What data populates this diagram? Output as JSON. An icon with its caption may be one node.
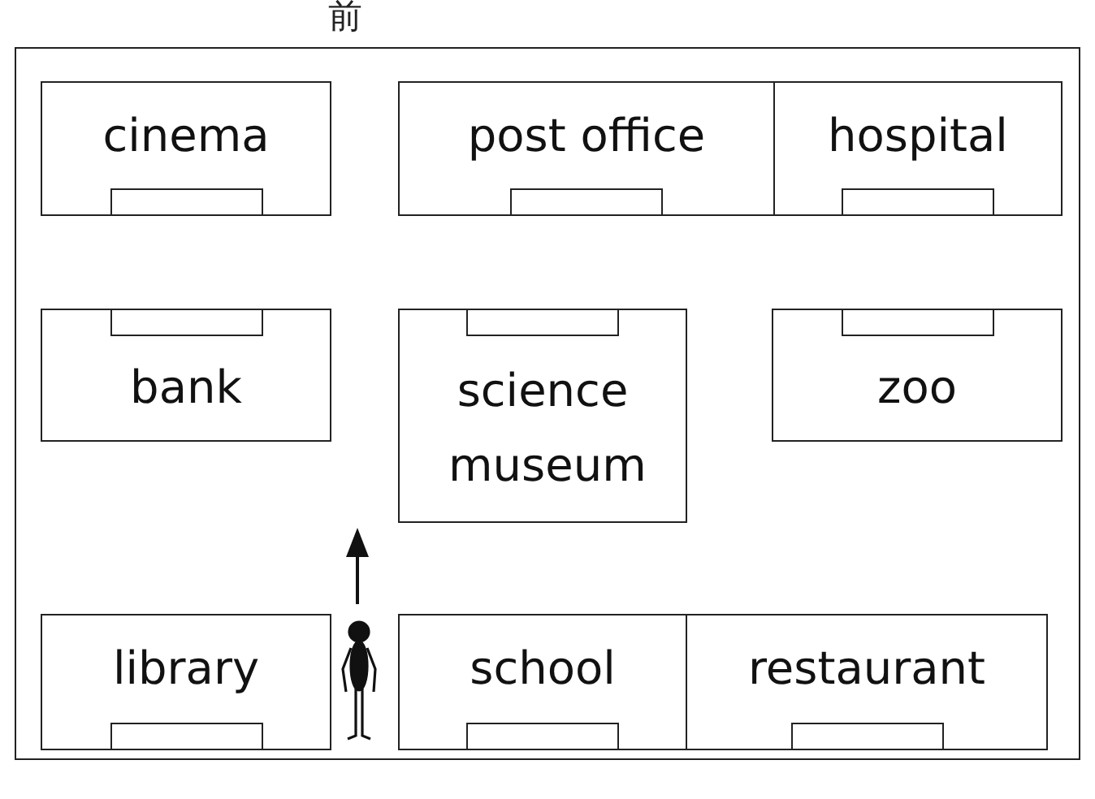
{
  "diagram": {
    "nodes": [
      {
        "text": [
          "前"
        ]
      },
      {
        "text": [
          "cinema"
        ],
        "in": 0
      },
      {
        "text": [
          "post office"
        ],
        "in": 0
      },
      {
        "text": [
          "hospital"
        ],
        "in": 0
      },
      {
        "text": [
          "bank"
        ],
        "in": 0
      },
      {
        "text": [
          "science museum"
        ],
        "in": 0
      },
      {
        "text": [
          "zoo"
        ],
        "in": 0
      },
      {
        "text": [
          "library"
        ],
        "in": 0
      },
      {
        "text": [
          "school"
        ],
        "in": 0
      },
      {
        "text": [
          "restaurant"
        ],
        "in": 0
      },
      {
        "text": [],
        "shape": "box",
        "in": 1
      },
      {
        "text": [],
        "shape": "box",
        "in": 2
      },
      {
        "text": [],
        "shape": "box",
        "in": 3
      },
      {
        "text": [],
        "shape": "box",
        "in": 4
      },
      {
        "text": [],
        "shape": "box",
        "in": 5
      },
      {
        "text": [],
        "shape": "box",
        "in": 6
      },
      {
        "text": [],
        "shape": "box",
        "in": 7
      },
      {
        "text": [],
        "shape": "box",
        "in": 8
      },
      {
        "text": [],
        "shape": "box",
        "in": 9
      }
    ]
  }
}
